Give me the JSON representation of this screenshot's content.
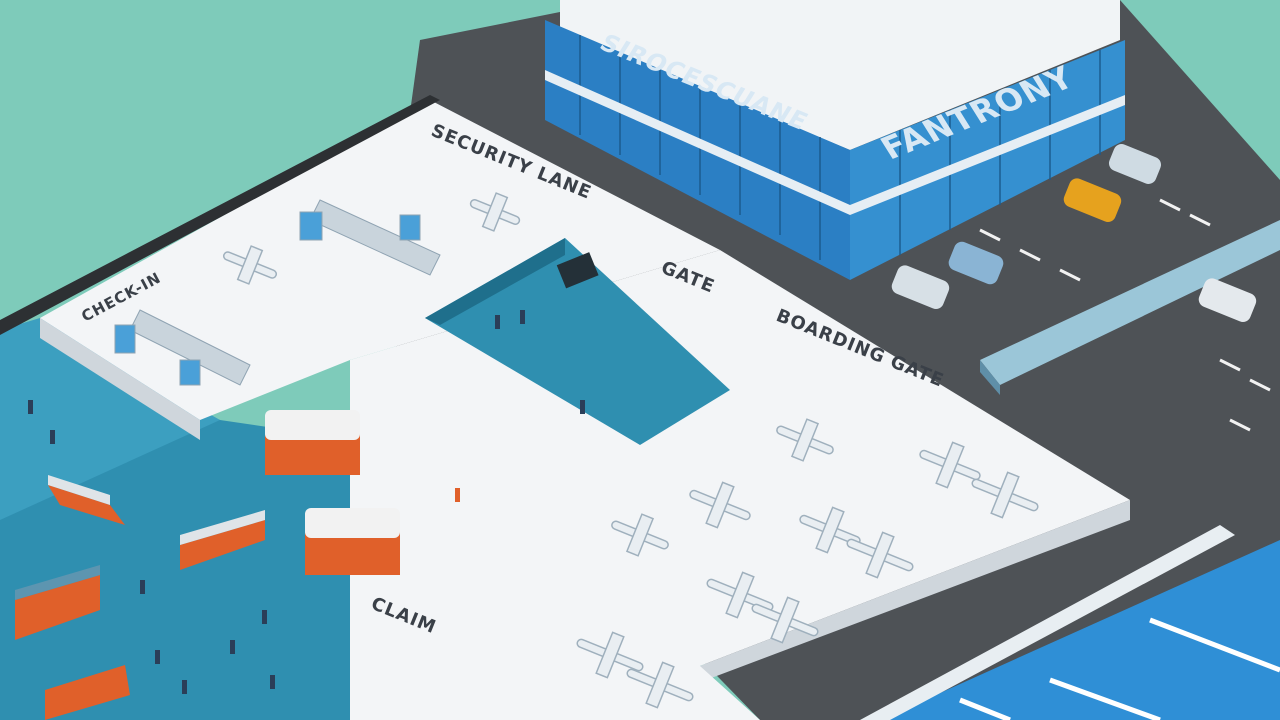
{
  "scene": {
    "description_free": true,
    "signs": {
      "building_left": "SIROCESCUANE",
      "building_right": "FANTRONY"
    },
    "floor_labels": {
      "security": "SECURITY LANE",
      "check_in": "CHECK-IN",
      "gate": "GATE",
      "boarding_gate": "BOARDING GATE",
      "claim": "CLAIM"
    },
    "colors": {
      "background": "#7ecbba",
      "floor": "#f3f5f7",
      "water_area": "#2f8fb0",
      "building_glass": "#2b7fc4",
      "asphalt": "#55595d",
      "kiosk_orange": "#e0602a",
      "runway_blue": "#2f8fd6"
    }
  }
}
